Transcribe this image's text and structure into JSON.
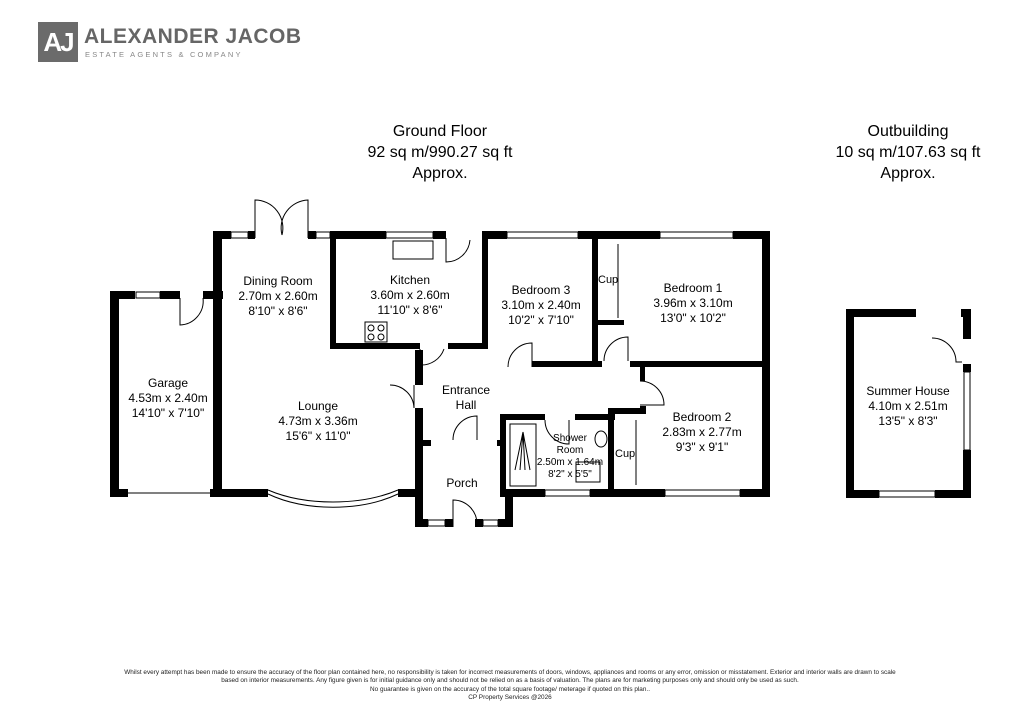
{
  "logo": {
    "mark": "AJ",
    "name": "ALEXANDER JACOB",
    "tagline": "ESTATE AGENTS & COMPANY"
  },
  "ground_floor": {
    "title": "Ground Floor",
    "area": "92 sq m/990.27 sq ft",
    "approx": "Approx."
  },
  "outbuilding": {
    "title": "Outbuilding",
    "area": "10 sq m/107.63 sq ft",
    "approx": "Approx."
  },
  "rooms": {
    "garage": {
      "name": "Garage",
      "metric": "4.53m x 2.40m",
      "imperial": "14'10\" x 7'10\""
    },
    "dining": {
      "name": "Dining Room",
      "metric": "2.70m x 2.60m",
      "imperial": "8'10\" x 8'6\""
    },
    "kitchen": {
      "name": "Kitchen",
      "metric": "3.60m x 2.60m",
      "imperial": "11'10\" x 8'6\""
    },
    "bedroom3": {
      "name": "Bedroom 3",
      "metric": "3.10m x 2.40m",
      "imperial": "10'2\" x 7'10\""
    },
    "bedroom1": {
      "name": "Bedroom 1",
      "metric": "3.96m x 3.10m",
      "imperial": "13'0\" x 10'2\""
    },
    "lounge": {
      "name": "Lounge",
      "metric": "4.73m x 3.36m",
      "imperial": "15'6\" x 11'0\""
    },
    "hall": {
      "name": "Entrance",
      "name2": "Hall"
    },
    "shower": {
      "name": "Shower",
      "name2": "Room",
      "metric": "2.50m x 1.64m",
      "imperial": "8'2\" x 5'5\""
    },
    "bedroom2": {
      "name": "Bedroom 2",
      "metric": "2.83m x 2.77m",
      "imperial": "9'3\" x 9'1\""
    },
    "porch": {
      "name": "Porch"
    },
    "summer": {
      "name": "Summer House",
      "metric": "4.10m x 2.51m",
      "imperial": "13'5\" x 8'3\""
    }
  },
  "cupboards": {
    "cup1": "Cup",
    "cup2": "Cup"
  },
  "disclaimer": {
    "line1": "Whilst every attempt has been made to ensure the accuracy of the floor plan contained here, no responsibility is taken for incorrect measurements of doors, windows, appliances and rooms or any error, omission or misstatement. Exterior and interior walls are drawn to scale",
    "line2": "based on interior measurements. Any figure given is for initial guidance only and should not be relied on as a basis of valuation. The plans are for marketing purposes only and should only be used as such.",
    "line3": "No guarantee is given on the accuracy of the total square footage/ meterage if quoted on this plan..",
    "line4": "CP Property Services @2026"
  }
}
